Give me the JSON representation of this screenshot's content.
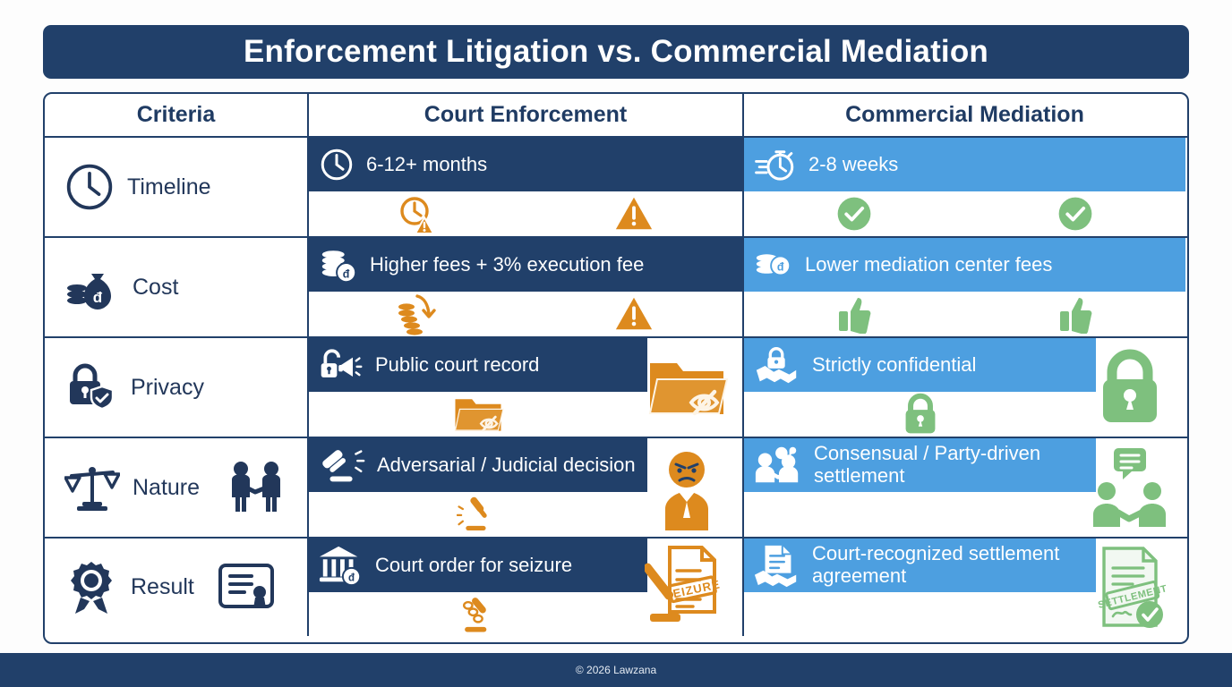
{
  "title": "Enforcement Litigation vs. Commercial Mediation",
  "columns": {
    "criteria": "Criteria",
    "court": "Court Enforcement",
    "mediation": "Commercial Mediation"
  },
  "rows": [
    {
      "criteria": "Timeline",
      "criteria_icon": "clock-icon",
      "criteria_extra_icon": "",
      "court": {
        "text": "6-12+ months",
        "band_icon": "clock-icon",
        "band_width": "full",
        "icons": [
          "clock-warning-icon",
          "warning-triangle-icon"
        ]
      },
      "mediation": {
        "text": "2-8 weeks",
        "band_icon": "stopwatch-fast-icon",
        "band_width": "full",
        "icons": [
          "check-circle-icon",
          "check-circle-icon"
        ]
      }
    },
    {
      "criteria": "Cost",
      "criteria_icon": "money-bag-coins-icon",
      "criteria_extra_icon": "",
      "court": {
        "text": "Higher fees + 3% execution fee",
        "band_icon": "coin-stack-icon",
        "band_width": "full",
        "icons": [
          "coins-down-arrow-icon",
          "warning-triangle-icon"
        ]
      },
      "mediation": {
        "text": "Lower mediation center fees",
        "band_icon": "coin-stack-icon",
        "band_width": "full",
        "icons": [
          "thumbs-up-icon",
          "thumbs-up-icon"
        ]
      }
    },
    {
      "criteria": "Privacy",
      "criteria_icon": "lock-shield-icon",
      "criteria_extra_icon": "",
      "court": {
        "text": "Public court record",
        "band_icon": "unlock-megaphone-icon",
        "band_width": "partial",
        "icons": [
          "folder-hidden-icon"
        ],
        "side_icon": "folder-hidden-large-icon"
      },
      "mediation": {
        "text": "Strictly confidential",
        "band_icon": "handshake-lock-icon",
        "band_width": "partial",
        "icons": [
          "lock-closed-icon"
        ],
        "side_icon": "lock-closed-large-icon"
      }
    },
    {
      "criteria": "Nature",
      "criteria_icon": "scales-icon",
      "criteria_extra_icon": "two-people-handshake-icon",
      "court": {
        "text": "Adversarial / Judicial decision",
        "band_icon": "gavel-icon",
        "band_width": "partial",
        "icons": [
          "gavel-strike-icon"
        ],
        "side_icon": "angry-judge-icon"
      },
      "mediation": {
        "text": "Consensual / Party-driven settlement",
        "band_icon": "people-talking-icon",
        "band_width": "partial",
        "icons": [],
        "side_icon": "chat-people-handshake-icon"
      }
    },
    {
      "criteria": "Result",
      "criteria_icon": "award-rosette-icon",
      "criteria_extra_icon": "certificate-icon",
      "court": {
        "text": "Court order for seizure",
        "band_icon": "courthouse-coin-icon",
        "band_width": "partial",
        "icons": [
          "gavel-chains-icon"
        ],
        "side_icon": "seizure-document-icon"
      },
      "mediation": {
        "text": "Court-recognized settlement agreement",
        "band_icon": "document-handshake-icon",
        "band_width": "partial",
        "icons": [],
        "side_icon": "settlement-document-check-icon"
      }
    }
  ],
  "footer": "© 2026 Lawzana",
  "colors": {
    "navy": "#21406a",
    "light_blue": "#4d9fe0",
    "orange": "#dd8a1e",
    "green": "#7ec07e"
  }
}
